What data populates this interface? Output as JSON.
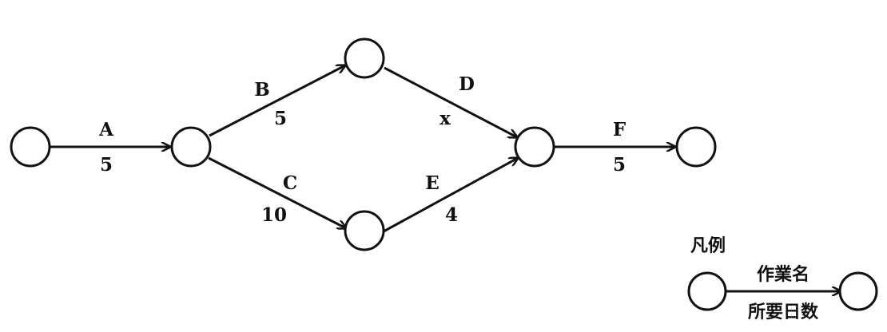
{
  "edges": [
    {
      "name": "A",
      "duration": "5"
    },
    {
      "name": "B",
      "duration": "5"
    },
    {
      "name": "C",
      "duration": "10"
    },
    {
      "name": "D",
      "duration": "x"
    },
    {
      "name": "E",
      "duration": "4"
    },
    {
      "name": "F",
      "duration": "5"
    }
  ],
  "legend": {
    "title": "凡例",
    "task_name": "作業名",
    "duration": "所要日数"
  }
}
